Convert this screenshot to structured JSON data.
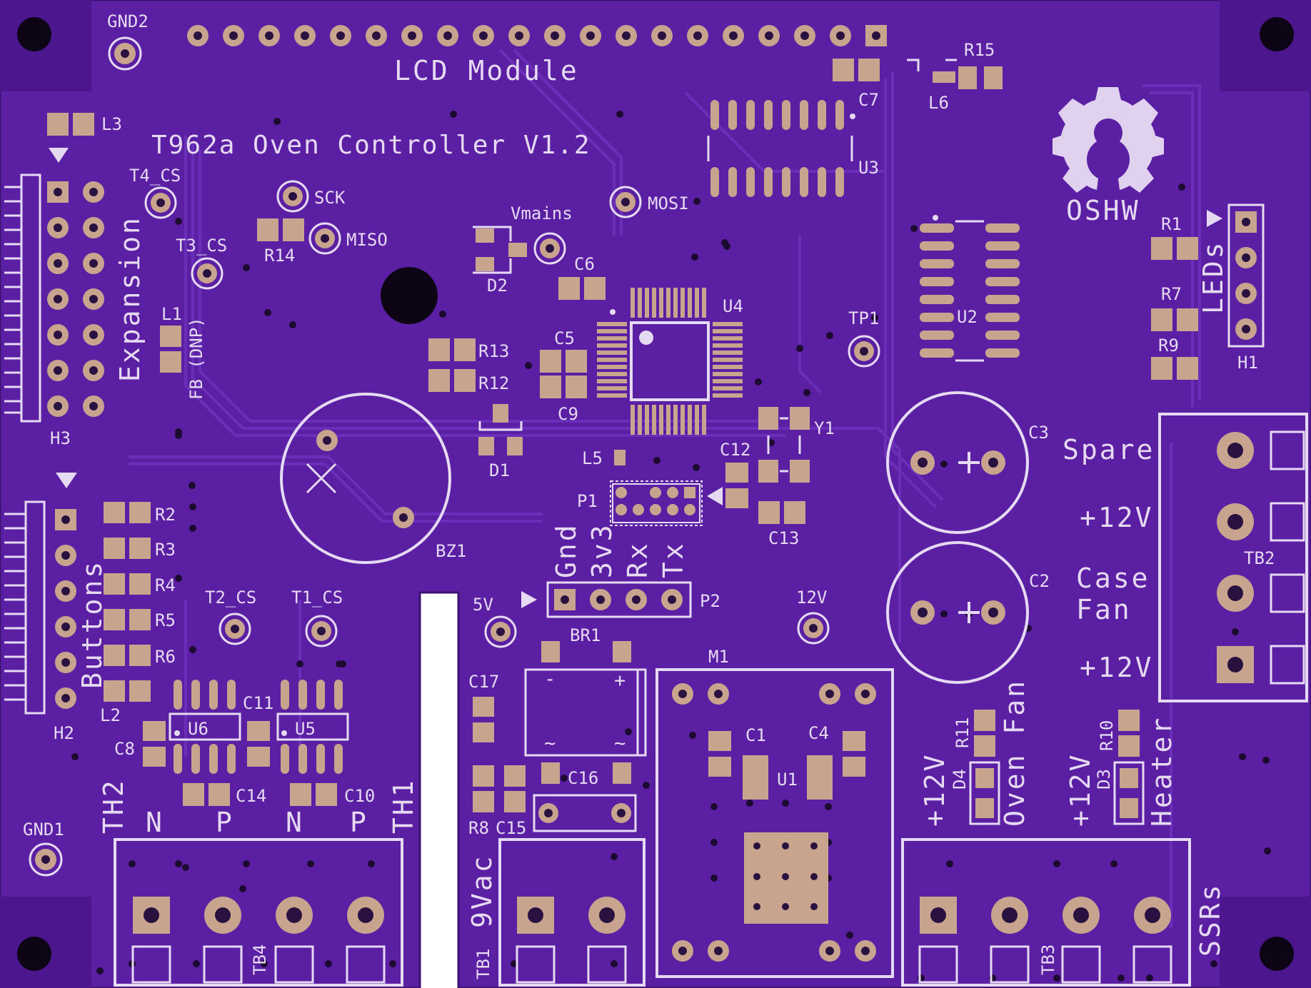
{
  "board": {
    "colors": {
      "soldermask": "#5b1fa4",
      "silkscreen": "#e6d9f2",
      "pad": "#c8a48e",
      "hole": "#1b0a2a"
    },
    "title": "T962a Oven Controller V1.2",
    "oshw_label": "OSHW",
    "sections": {
      "lcd": "LCD Module",
      "expansion": "Expansion",
      "buttons": "Buttons",
      "leds": "LEDs",
      "ssrs": "SSRs",
      "vac": "9Vac"
    },
    "test_points": {
      "gnd2": "GND2",
      "gnd1": "GND1",
      "t4_cs": "T4_CS",
      "t3_cs": "T3_CS",
      "t2_cs": "T2_CS",
      "t1_cs": "T1_CS",
      "sck": "SCK",
      "miso": "MISO",
      "mosi": "MOSI",
      "vmains": "Vmains",
      "tp1": "TP1",
      "v5": "5V",
      "v12": "12V"
    },
    "components": {
      "l3": "L3",
      "l1": "L1",
      "fb_dnp": "FB (DNP)",
      "r14": "R14",
      "d2": "D2",
      "c6": "C6",
      "r13": "R13",
      "r12": "R12",
      "c5": "C5",
      "c9": "C9",
      "u4": "U4",
      "d1": "D1",
      "l5": "L5",
      "p1": "P1",
      "c12": "C12",
      "y1": "Y1",
      "c13": "C13",
      "bz1": "BZ1",
      "c7": "C7",
      "u3": "U3",
      "r15": "R15",
      "l6": "L6",
      "u2": "U2",
      "r1": "R1",
      "r7": "R7",
      "r9": "R9",
      "h1": "H1",
      "h2": "H2",
      "h3": "H3",
      "c3": "C3",
      "c2": "C2",
      "tb2": "TB2",
      "r2": "R2",
      "r3": "R3",
      "r4": "R4",
      "r5": "R5",
      "r6": "R6",
      "l2": "L2",
      "c11": "C11",
      "u6": "U6",
      "u5": "U5",
      "c8": "C8",
      "c14": "C14",
      "c10": "C10",
      "th2": "TH2",
      "th1": "TH1",
      "n": "N",
      "p": "P",
      "tb4": "TB4",
      "br1": "BR1",
      "c17": "C17",
      "c16": "C16",
      "c15": "C15",
      "r8": "R8",
      "tb1": "TB1",
      "m1": "M1",
      "c1": "C1",
      "c4": "C4",
      "u1": "U1",
      "r11": "R11",
      "d4": "D4",
      "r10": "R10",
      "d3": "D3",
      "tb3": "TB3",
      "p2": "P2"
    },
    "p2_pins": [
      "Gnd",
      "3v3",
      "Rx",
      "Tx"
    ],
    "tb2_labels": [
      "Spare",
      "+12V",
      "Case",
      "Fan",
      "+12V"
    ],
    "ssr_labels": {
      "v12a": "+12V",
      "oven_fan": "Oven Fan",
      "v12b": "+12V",
      "heater": "Heater"
    }
  }
}
